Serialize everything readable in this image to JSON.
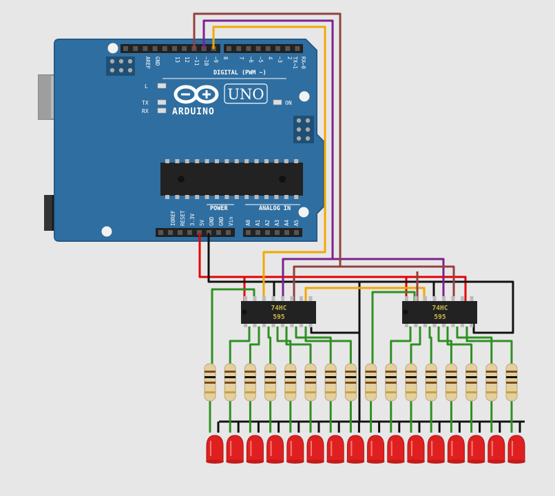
{
  "board": {
    "brand": "ARDUINO",
    "model": "UNO",
    "digital_header_label": "DIGITAL (PWM ~)",
    "power_header_label": "POWER",
    "analog_header_label": "ANALOG IN",
    "led_labels": {
      "l": "L",
      "tx": "TX",
      "rx": "RX",
      "on": "ON"
    },
    "top_pins": [
      "AREF",
      "GND",
      "13",
      "12",
      "~11",
      "~10",
      "~9",
      "8",
      "7",
      "~6",
      "~5",
      "4",
      "~3",
      "2",
      "TX→1",
      "RX←0"
    ],
    "power_pins": [
      "IOREF",
      "RESET",
      "3.3V",
      "5V",
      "GND",
      "GND",
      "Vin"
    ],
    "analog_pins": [
      "A0",
      "A1",
      "A2",
      "A3",
      "A4",
      "A5"
    ]
  },
  "chips": [
    {
      "label_line1": "74HC",
      "label_line2": "595"
    },
    {
      "label_line1": "74HC",
      "label_line2": "595"
    }
  ],
  "resistor_count": 16,
  "led_count": 16,
  "colors": {
    "board": "#2f6ea0",
    "wire_red": "#e50000",
    "wire_black": "#111111",
    "wire_orange": "#f2a800",
    "wire_purple": "#7e1f8e",
    "wire_brown": "#93403f",
    "wire_green": "#2f8f23",
    "led": "#e02020",
    "chip": "#222222",
    "chip_text": "#c6b94a"
  }
}
